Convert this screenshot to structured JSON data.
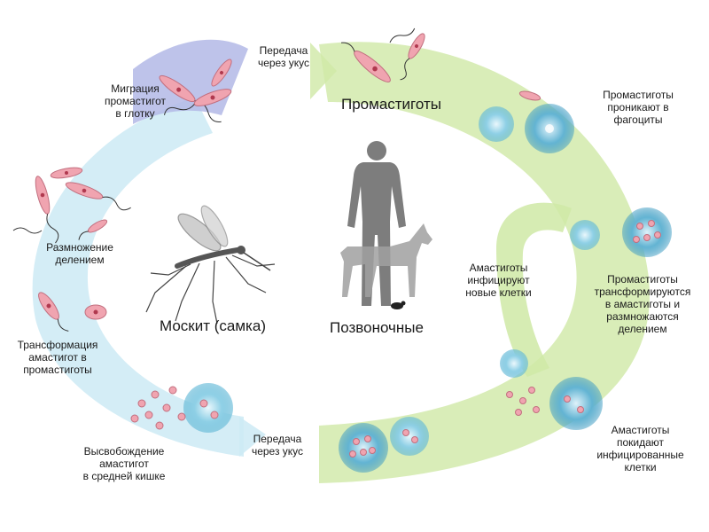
{
  "labels": {
    "top_bite": "Передача\nчерез укус",
    "bottom_bite": "Передача\nчерез укус",
    "migration": "Миграция\nпромастигот\nв глотку",
    "division": "Размножение\nделением",
    "transform_to_pro": "Трансформация\nамастигот в\nпромастиготы",
    "release": "Высвобождение\nамастигот\nв средней кишке",
    "promastigotes": "Промастиготы",
    "penetrate": "Промастиготы\nпроникают в\nфагоциты",
    "transform_to_ama": "Промастиготы\nтрансформируются\nв амастиготы и\nразмножаются\nделением",
    "infect_new": "Амастиготы\nинфицируют\nновые клетки",
    "leave_cells": "Амастиготы\nпокидают\nинфицированные\nклетки",
    "mosquito": "Москит (самка)",
    "vertebrates": "Позвоночные"
  },
  "colors": {
    "host_arc": "#cfe9a6",
    "vector_arc": "#cdeaf5",
    "migration_band": "#b3b8e6",
    "parasite": "#f0a4b0",
    "parasite_nucleus": "#b0394f",
    "cell": "#8fd0e6",
    "silhouette": "#7d7d7d",
    "mosquito": "#555555"
  }
}
